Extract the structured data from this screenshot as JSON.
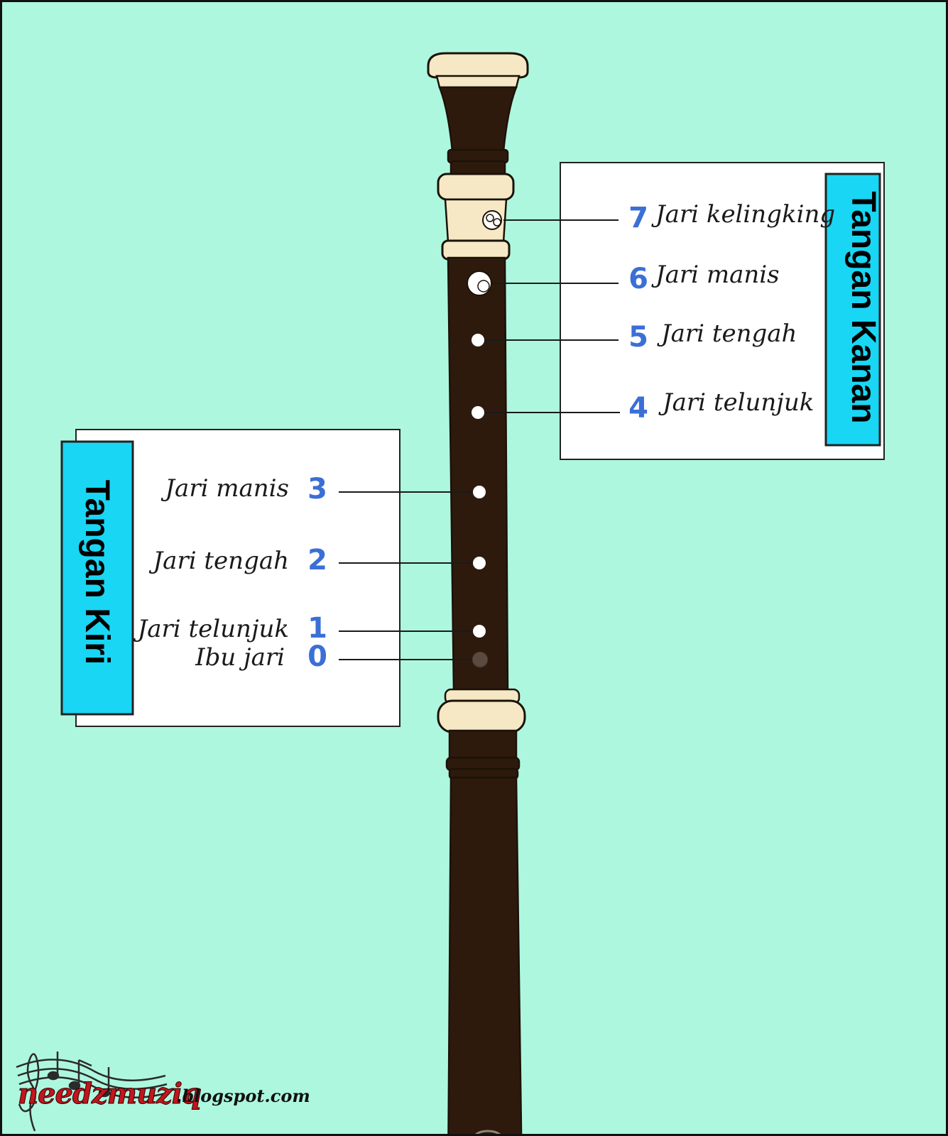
{
  "colors": {
    "background": "#aef7df",
    "recorder_body": "#2e1a0d",
    "recorder_ivory": "#f6e8c4",
    "title_box": "#19d6f4",
    "number_blue": "#3a6fd6",
    "logo_red": "#c4151c"
  },
  "right_hand": {
    "title": "Tangan Kanan",
    "holes": [
      {
        "number": "7",
        "label": "Jari kelingking",
        "icon": "double-hole-icon"
      },
      {
        "number": "6",
        "label": "Jari manis",
        "icon": "double-hole-icon"
      },
      {
        "number": "5",
        "label": "Jari tengah",
        "icon": "hole-icon"
      },
      {
        "number": "4",
        "label": "Jari telunjuk",
        "icon": "hole-icon"
      }
    ]
  },
  "left_hand": {
    "title": "Tangan Kiri",
    "holes": [
      {
        "number": "3",
        "label": "Jari manis",
        "icon": "hole-icon"
      },
      {
        "number": "2",
        "label": "Jari tengah",
        "icon": "hole-icon"
      },
      {
        "number": "1",
        "label": "Jari telunjuk",
        "icon": "hole-icon"
      },
      {
        "number": "0",
        "label": "Ibu jari",
        "icon": "thumb-hole-icon"
      }
    ]
  },
  "logo": {
    "name": "needzmuziq",
    "site": ".blogspot.com",
    "icon": "music-notes-icon"
  }
}
